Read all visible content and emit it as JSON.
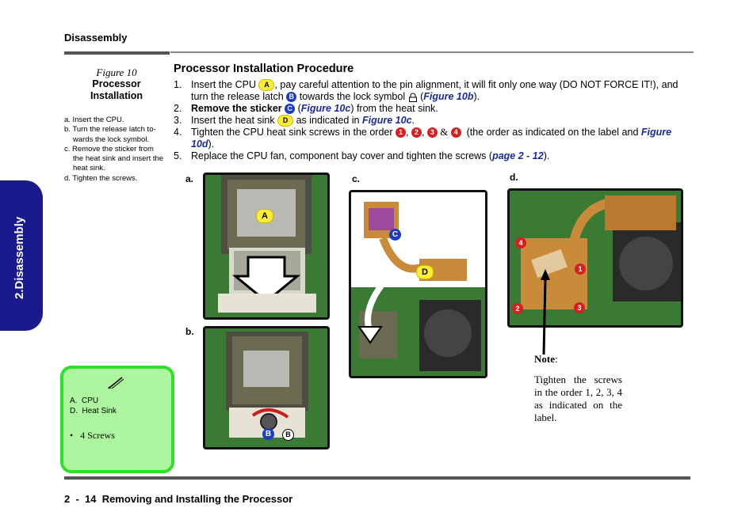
{
  "header": {
    "section": "Disassembly"
  },
  "side_tab": {
    "label": "2.Disassembly"
  },
  "figure": {
    "number": "Figure 10",
    "title_line1": "Processor",
    "title_line2": "Installation",
    "steps": [
      "a. Insert the CPU.",
      "b. Turn the release latch to-wards the lock symbol.",
      "c. Remove the sticker from the heat sink and insert the heat sink.",
      "d. Tighten the screws."
    ]
  },
  "procedure": {
    "title": "Processor Installation Procedure",
    "step1": {
      "num": "1.",
      "a": "Insert the CPU",
      "badge1": "A",
      "b": ", pay careful attention to the pin alignment, it will fit only one way (DO NOT FORCE IT!), and turn the release latch",
      "badge2": "B",
      "c": "towards the lock symbol",
      "d": "(",
      "link": "Figure 10b",
      "e": ")."
    },
    "step2": {
      "num": "2.",
      "bold": "Remove the sticker",
      "badge": "C",
      "a": "(",
      "link": "Figure 10c",
      "b": ") from the heat sink."
    },
    "step3": {
      "num": "3.",
      "a": "Insert the heat sink",
      "badge": "D",
      "b": "as indicated in",
      "link": "Figure 10c",
      "c": "."
    },
    "step4": {
      "num": "4.",
      "a": "Tighten the CPU heat sink screws in the order",
      "b1": "1",
      "b2": "2",
      "b3": "3",
      "amp": "&",
      "b4": "4",
      "c": "(the order as indicated on the label and",
      "link": "Figure 10d",
      "d": ")."
    },
    "step5": {
      "num": "5.",
      "a": "Replace the CPU fan, component bay cover and tighten the screws (",
      "link": "page 2 - 12",
      "b": ")."
    }
  },
  "photos": {
    "a": {
      "label": "a.",
      "callout": "A"
    },
    "b": {
      "label": "b.",
      "callout1": "B",
      "callout2": "B"
    },
    "c": {
      "label": "c.",
      "callout1": "C",
      "callout2": "D"
    },
    "d": {
      "label": "d.",
      "n1": "1",
      "n2": "2",
      "n3": "3",
      "n4": "4"
    }
  },
  "note_box": {
    "line1": "A.  CPU",
    "line2": "D.  Heat Sink",
    "bullet": "•   4 Screws"
  },
  "side_note": {
    "title": "Note",
    "colon": ":",
    "text": "Tighten the screws in the order 1, 2, 3, 4 as indicated on the label."
  },
  "footer": {
    "text": "2  -  14  Removing and Installing the Processor"
  },
  "colors": {
    "tab": "#1a1a8c",
    "link": "#1a2a9a",
    "note_fill": "#aef5a0",
    "note_border": "#2ee02a",
    "badge_red": "#d61f1f",
    "badge_blue": "#1c3cc4",
    "badge_yellow": "#ffee33"
  }
}
